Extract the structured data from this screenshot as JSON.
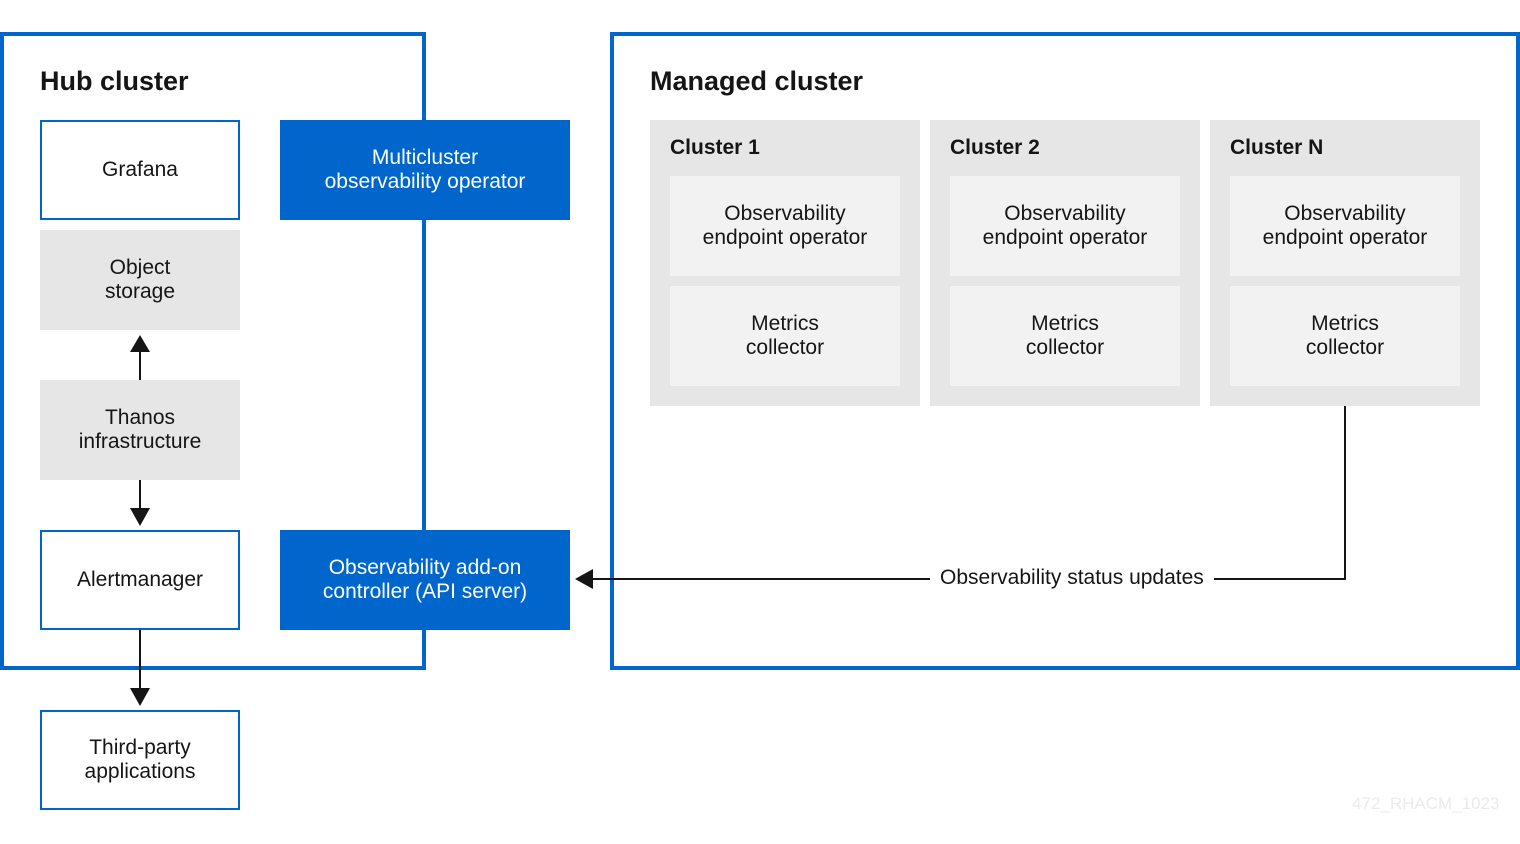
{
  "hub": {
    "title": "Hub cluster",
    "grafana": "Grafana",
    "object_storage": "Object\nstorage",
    "thanos": "Thanos\ninfrastructure",
    "alertmanager": "Alertmanager",
    "multicluster_operator": "Multicluster\nobservability operator",
    "addon_controller": "Observability add-on\ncontroller (API server)"
  },
  "third_party": "Third-party\napplications",
  "managed": {
    "title": "Managed cluster",
    "clusters": [
      {
        "name": "Cluster 1",
        "endpoint": "Observability\nendpoint operator",
        "metrics": "Metrics\ncollector"
      },
      {
        "name": "Cluster 2",
        "endpoint": "Observability\nendpoint operator",
        "metrics": "Metrics\ncollector"
      },
      {
        "name": "Cluster N",
        "endpoint": "Observability\nendpoint operator",
        "metrics": "Metrics\ncollector"
      }
    ]
  },
  "status_label": "Observability status updates",
  "watermark": "472_RHACM_1023",
  "colors": {
    "accent": "#0066cc",
    "panel": "#e6e6e6",
    "inner": "#f2f2f2"
  }
}
